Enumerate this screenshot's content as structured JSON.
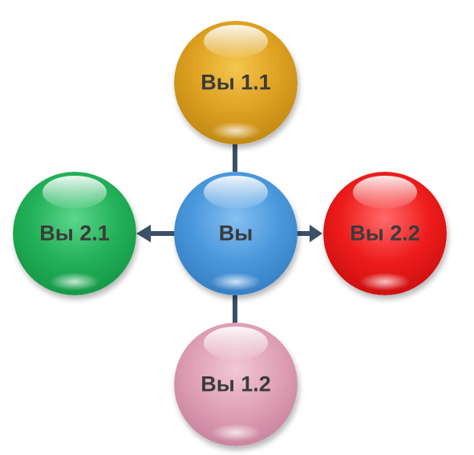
{
  "nodes": {
    "center": {
      "label": "Вы",
      "color": "#4a98dc"
    },
    "top": {
      "label": "Вы 1.1",
      "color": "#dea020"
    },
    "bottom": {
      "label": "Вы 1.2",
      "color": "#dc9cb2"
    },
    "left": {
      "label": "Вы 2.1",
      "color": "#22b058"
    },
    "right": {
      "label": "Вы 2.2",
      "color": "#ee1c1c"
    }
  },
  "arrow_color": "#3b5069"
}
